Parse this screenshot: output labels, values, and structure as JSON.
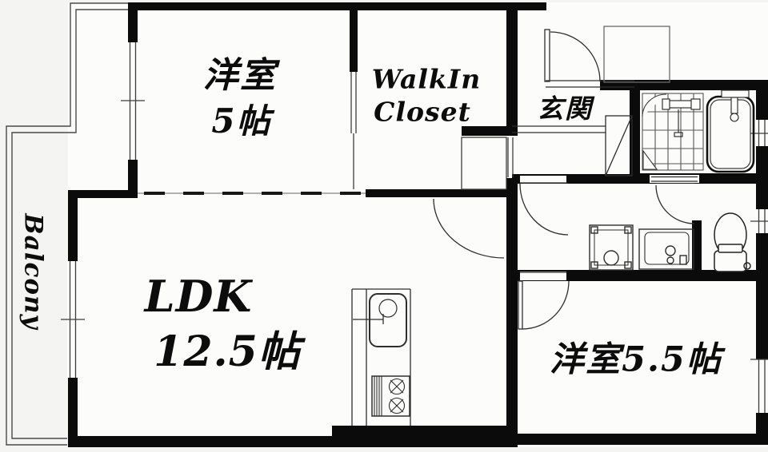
{
  "title": "apartment-floor-plan",
  "rooms": {
    "bedroom1": {
      "name_l1": "洋室",
      "name_l2": "5帖"
    },
    "walk_in_closet": {
      "name_l1": "WalkIn",
      "name_l2": "Closet"
    },
    "genkan": {
      "name": "玄関"
    },
    "ldk": {
      "name_l1": "LDK",
      "name_l2": "12.5帖"
    },
    "bedroom2": {
      "name": "洋室5.5帖"
    },
    "balcony": {
      "name": "Balcony"
    }
  },
  "fixtures": [
    "bathtub",
    "shower",
    "bath-tile-floor",
    "washbasin",
    "washing-machine-pan",
    "toilet",
    "kitchen-sink",
    "gas-stove",
    "shoe-cabinet",
    "hall-storage",
    "entrance-door",
    "meter-box"
  ],
  "colors": {
    "wall": "#0b0b0b",
    "line": "#3c3c3c",
    "light_line": "#8a8a8a",
    "background": "#f4f4f2",
    "room": "#fcfcfb"
  }
}
